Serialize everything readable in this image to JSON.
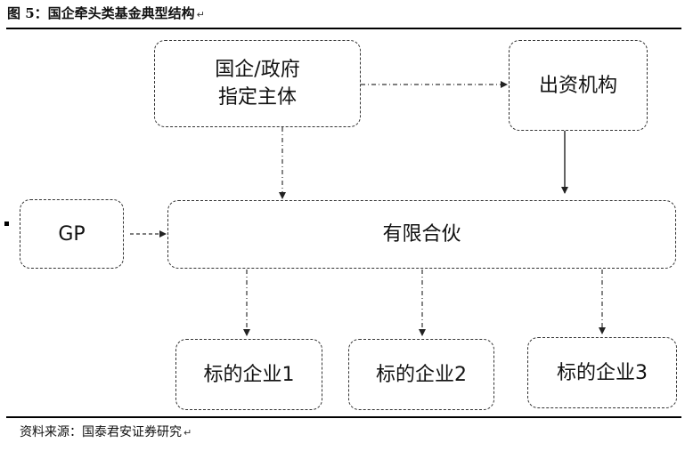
{
  "figure": {
    "title": "图 5：国企牵头类基金典型结构",
    "return_mark": "↵"
  },
  "nodes": {
    "gov": {
      "line1": "国企/政府",
      "line2": "指定主体"
    },
    "investor": "出资机构",
    "gp": "GP",
    "lp": "有限合伙",
    "target1": "标的企业1",
    "target2": "标的企业2",
    "target3": "标的企业3"
  },
  "source": {
    "text": "资料来源：国泰君安证券研究",
    "return_mark": "↵"
  }
}
